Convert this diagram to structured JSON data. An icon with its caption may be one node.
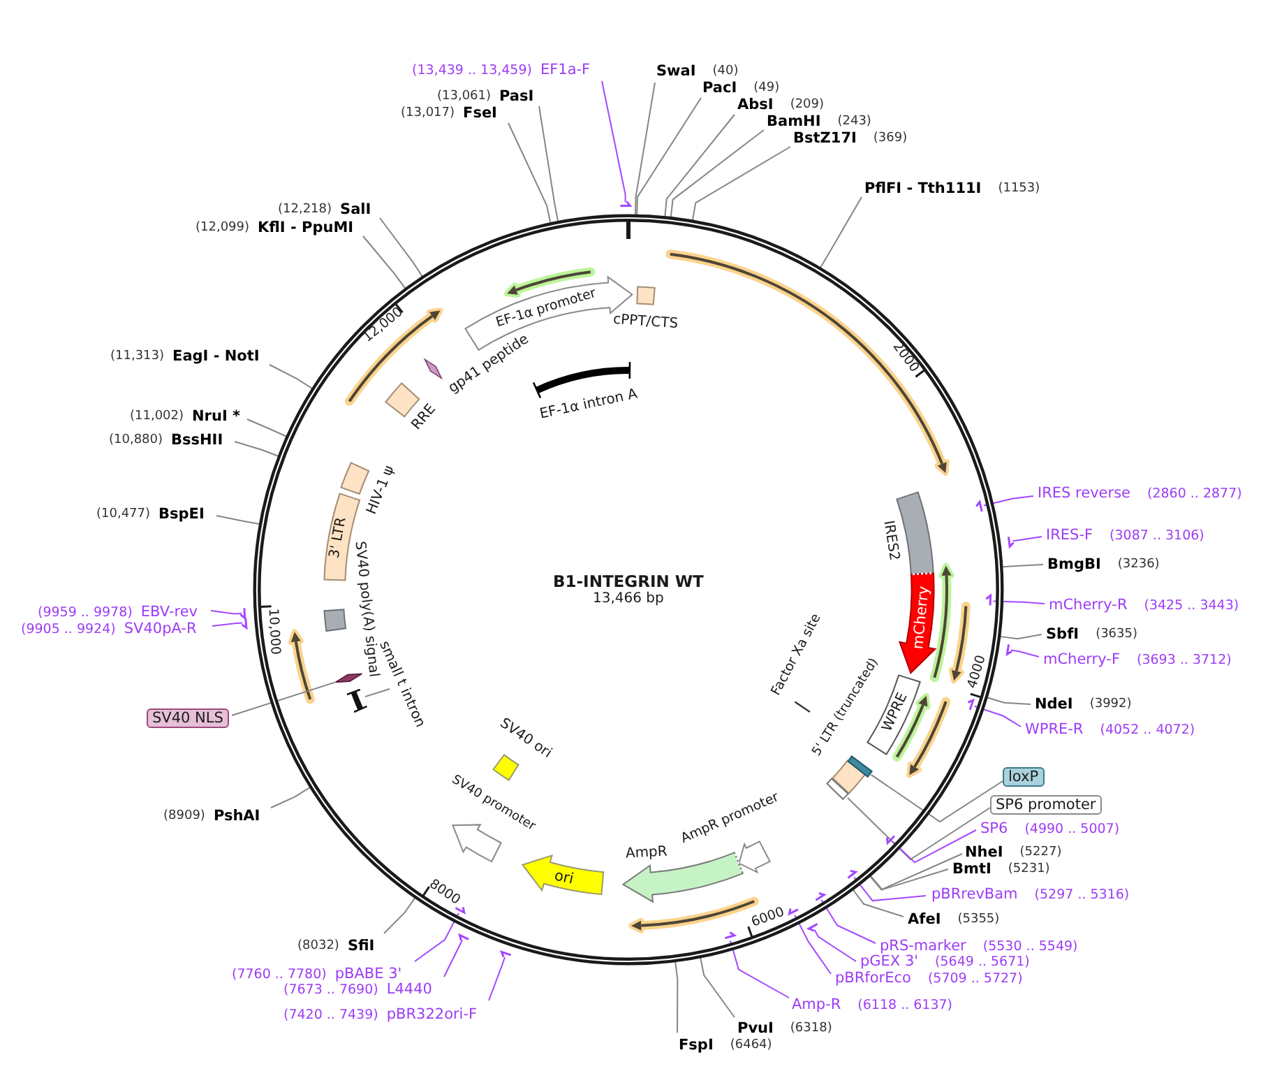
{
  "diagram": {
    "nodes": [
      {
        "text": [
          "B1-INTEGRIN WT",
          "13,466 bp"
        ]
      },
      {
        "text": [
          "(13,439 .. 13,459)",
          "EF1a-F"
        ]
      },
      {
        "text": [
          "SwaI",
          "(40)"
        ]
      },
      {
        "text": [
          "PacI",
          "(49)"
        ]
      },
      {
        "text": [
          "(13,061)",
          "PasI"
        ]
      },
      {
        "text": [
          "AbsI",
          "(209)"
        ]
      },
      {
        "text": [
          "(13,017)",
          "FseI"
        ]
      },
      {
        "text": [
          "BamHI",
          "(243)"
        ]
      },
      {
        "text": [
          "BstZ17I",
          "(369)"
        ]
      },
      {
        "text": [
          "PflFI - Tth111I",
          "(1153)"
        ]
      },
      {
        "text": [
          "(12,218)",
          "SalI"
        ]
      },
      {
        "text": [
          "(12,099)",
          "KflI - PpuMI"
        ]
      },
      {
        "text": [
          "(11,313)",
          "EagI - NotI"
        ]
      },
      {
        "text": [
          "(11,002)",
          "NruI *"
        ]
      },
      {
        "text": [
          "(10,880)",
          "BssHII"
        ]
      },
      {
        "text": [
          "IRES reverse",
          "(2860 .. 2877)"
        ]
      },
      {
        "text": [
          "(10,477)",
          "BspEI"
        ]
      },
      {
        "text": [
          "IRES-F",
          "(3087 .. 3106)"
        ]
      },
      {
        "text": [
          "BmgBI",
          "(3236)"
        ]
      },
      {
        "text": [
          "mCherry-R",
          "(3425 .. 3443)"
        ]
      },
      {
        "text": [
          "(9959 .. 9978)",
          "EBV-rev"
        ]
      },
      {
        "text": [
          "(9905 .. 9924)",
          "SV40pA-R"
        ]
      },
      {
        "text": [
          "SbfI",
          "(3635)"
        ]
      },
      {
        "text": [
          "mCherry-F",
          "(3693 .. 3712)"
        ]
      },
      {
        "text": [
          "NdeI",
          "(3992)"
        ]
      },
      {
        "text": [
          "SV40 NLS"
        ]
      },
      {
        "text": [
          "WPRE-R",
          "(4052 .. 4072)"
        ]
      },
      {
        "text": [
          "loxP"
        ]
      },
      {
        "text": [
          "SP6 promoter"
        ]
      },
      {
        "text": [
          "(8909)",
          "PshAI"
        ]
      },
      {
        "text": [
          "SP6",
          "(4990 .. 5007)"
        ]
      },
      {
        "text": [
          "NheI",
          "(5227)"
        ]
      },
      {
        "text": [
          "BmtI",
          "(5231)"
        ]
      },
      {
        "text": [
          "pBRrevBam",
          "(5297 .. 5316)"
        ]
      },
      {
        "text": [
          "AfeI",
          "(5355)"
        ]
      },
      {
        "text": [
          "pRS-marker",
          "(5530 .. 5549)"
        ]
      },
      {
        "text": [
          "(8032)",
          "SfiI"
        ]
      },
      {
        "text": [
          "pGEX 3'",
          "(5649 .. 5671)"
        ]
      },
      {
        "text": [
          "(7760 .. 7780)",
          "pBABE 3'"
        ]
      },
      {
        "text": [
          "pBRforEco",
          "(5709 .. 5727)"
        ]
      },
      {
        "text": [
          "(7673 .. 7690)",
          "L4440"
        ]
      },
      {
        "text": [
          "Amp-R",
          "(6118 .. 6137)"
        ]
      },
      {
        "text": [
          "(7420 .. 7439)",
          "pBR322ori-F"
        ]
      },
      {
        "text": [
          "PvuI",
          "(6318)"
        ]
      },
      {
        "text": [
          "FspI",
          "(6464)"
        ]
      },
      {
        "text": [
          "EF-1α promoter"
        ],
        "in": 0
      },
      {
        "text": [
          "cPPT/CTS"
        ],
        "in": 0
      },
      {
        "text": [
          "gp41 peptide"
        ],
        "in": 0
      },
      {
        "text": [
          "EF-1α intron A"
        ],
        "in": 0
      },
      {
        "text": [
          "RRE"
        ],
        "in": 0
      },
      {
        "text": [
          "HIV-1 ψ"
        ],
        "in": 0
      },
      {
        "text": [
          "IRES2"
        ],
        "in": 0
      },
      {
        "text": [
          "3' LTR"
        ],
        "in": 0
      },
      {
        "text": [
          "mCherry"
        ],
        "in": 0
      },
      {
        "text": [
          "SV40 poly(A) signal"
        ],
        "in": 0
      },
      {
        "text": [
          "Factor Xa site"
        ],
        "in": 0
      },
      {
        "text": [
          "small t intron"
        ],
        "in": 0
      },
      {
        "text": [
          "WPRE"
        ],
        "in": 0
      },
      {
        "text": [
          "5' LTR (truncated)"
        ],
        "in": 0
      },
      {
        "text": [
          "SV40 ori"
        ],
        "in": 0
      },
      {
        "text": [
          "SV40 promoter"
        ],
        "in": 0
      },
      {
        "text": [
          "AmpR promoter"
        ],
        "in": 0
      },
      {
        "text": [
          "AmpR"
        ],
        "in": 0
      },
      {
        "text": [
          "ori"
        ],
        "in": 0
      },
      {
        "text": [],
        "shape": "diamond",
        "in": 0
      },
      {
        "text": [],
        "shape": "bar",
        "in": 0
      },
      {
        "text": [],
        "shape": "bar",
        "in": 0
      },
      {
        "text": [],
        "shape": "bar",
        "in": 0
      },
      {
        "text": [],
        "shape": "arrow"
      },
      {
        "text": [],
        "shape": "arrow",
        "in": 0
      },
      {
        "text": [],
        "shape": "arrow"
      },
      {
        "text": [],
        "shape": "arrow",
        "in": 0
      },
      {
        "text": [],
        "shape": "arrow"
      },
      {
        "text": [],
        "shape": "arrow"
      },
      {
        "text": [],
        "shape": "arrow"
      },
      {
        "text": [],
        "shape": "arrow",
        "in": 0
      },
      {
        "text": [],
        "shape": "arrow",
        "in": 0
      },
      {
        "text": [],
        "shape": "arrow",
        "in": 0
      },
      {
        "text": [],
        "shape": "arrow",
        "in": 0
      },
      {
        "text": [],
        "shape": "arrow",
        "in": 0
      },
      {
        "text": [],
        "shape": "arrow",
        "in": 0
      },
      {
        "text": [],
        "shape": "arrow"
      },
      {
        "text": [],
        "shape": "arrow"
      },
      {
        "text": [],
        "shape": "arrow",
        "in": 0
      },
      {
        "text": [],
        "shape": "arrow"
      }
    ],
    "edges": [
      {
        "from": 1,
        "to": 68,
        "arrow": "none",
        "color": "#a347ff"
      },
      {
        "from": 2,
        "to": 0,
        "arrow": "none"
      },
      {
        "from": 3,
        "to": 0,
        "arrow": "none"
      },
      {
        "from": 4,
        "to": 0,
        "arrow": "none"
      },
      {
        "from": 5,
        "to": 0,
        "arrow": "none"
      },
      {
        "from": 6,
        "to": 0,
        "arrow": "none"
      },
      {
        "from": 7,
        "to": 0,
        "arrow": "none"
      },
      {
        "from": 8,
        "to": 0,
        "arrow": "none"
      },
      {
        "from": 9,
        "to": 0,
        "arrow": "none"
      },
      {
        "from": 10,
        "to": 0,
        "arrow": "none"
      },
      {
        "from": 11,
        "to": 0,
        "arrow": "none"
      },
      {
        "from": 12,
        "to": 0,
        "arrow": "none"
      },
      {
        "from": 13,
        "to": 0,
        "arrow": "none"
      },
      {
        "from": 14,
        "to": 0,
        "arrow": "none"
      },
      {
        "from": 15,
        "to": 69,
        "arrow": "none",
        "color": "#a347ff"
      },
      {
        "from": 16,
        "to": 0,
        "arrow": "none"
      },
      {
        "from": 17,
        "to": 70,
        "arrow": "none",
        "color": "#a347ff"
      },
      {
        "from": 18,
        "to": 0,
        "arrow": "none"
      },
      {
        "from": 19,
        "to": 71,
        "arrow": "none",
        "color": "#a347ff"
      },
      {
        "from": 20,
        "to": 72,
        "arrow": "none",
        "color": "#a347ff"
      },
      {
        "from": 21,
        "to": 73,
        "arrow": "none",
        "color": "#a347ff"
      },
      {
        "from": 22,
        "to": 0,
        "arrow": "none"
      },
      {
        "from": 23,
        "to": 74,
        "arrow": "none",
        "color": "#a347ff"
      },
      {
        "from": 24,
        "to": 0,
        "arrow": "none"
      },
      {
        "from": 25,
        "to": 64,
        "arrow": "none"
      },
      {
        "from": 26,
        "to": 75,
        "arrow": "none",
        "color": "#a347ff"
      },
      {
        "from": 27,
        "to": 66,
        "arrow": "none"
      },
      {
        "from": 28,
        "to": 67,
        "arrow": "none"
      },
      {
        "from": 29,
        "to": 0,
        "arrow": "none"
      },
      {
        "from": 30,
        "to": 76,
        "arrow": "none",
        "color": "#a347ff"
      },
      {
        "from": 31,
        "to": 0,
        "arrow": "none"
      },
      {
        "from": 32,
        "to": 0,
        "arrow": "none"
      },
      {
        "from": 33,
        "to": 77,
        "arrow": "none",
        "color": "#a347ff"
      },
      {
        "from": 34,
        "to": 0,
        "arrow": "none"
      },
      {
        "from": 35,
        "to": 78,
        "arrow": "none",
        "color": "#a347ff"
      },
      {
        "from": 36,
        "to": 0,
        "arrow": "none"
      },
      {
        "from": 37,
        "to": 81,
        "arrow": "none",
        "color": "#a347ff"
      },
      {
        "from": 38,
        "to": 79,
        "arrow": "none",
        "color": "#a347ff"
      },
      {
        "from": 39,
        "to": 80,
        "arrow": "none",
        "color": "#a347ff"
      },
      {
        "from": 40,
        "to": 82,
        "arrow": "none",
        "color": "#a347ff"
      },
      {
        "from": 41,
        "to": 83,
        "arrow": "none",
        "color": "#a347ff"
      },
      {
        "from": 42,
        "to": 84,
        "arrow": "none",
        "color": "#a347ff"
      },
      {
        "from": 43,
        "to": 0,
        "arrow": "none"
      },
      {
        "from": 44,
        "to": 0,
        "arrow": "none"
      },
      {
        "from": 56,
        "to": 65,
        "arrow": "none"
      }
    ],
    "labels": [
      "2000",
      "4000",
      "6000",
      "8000",
      "10,000",
      "12,000"
    ]
  }
}
